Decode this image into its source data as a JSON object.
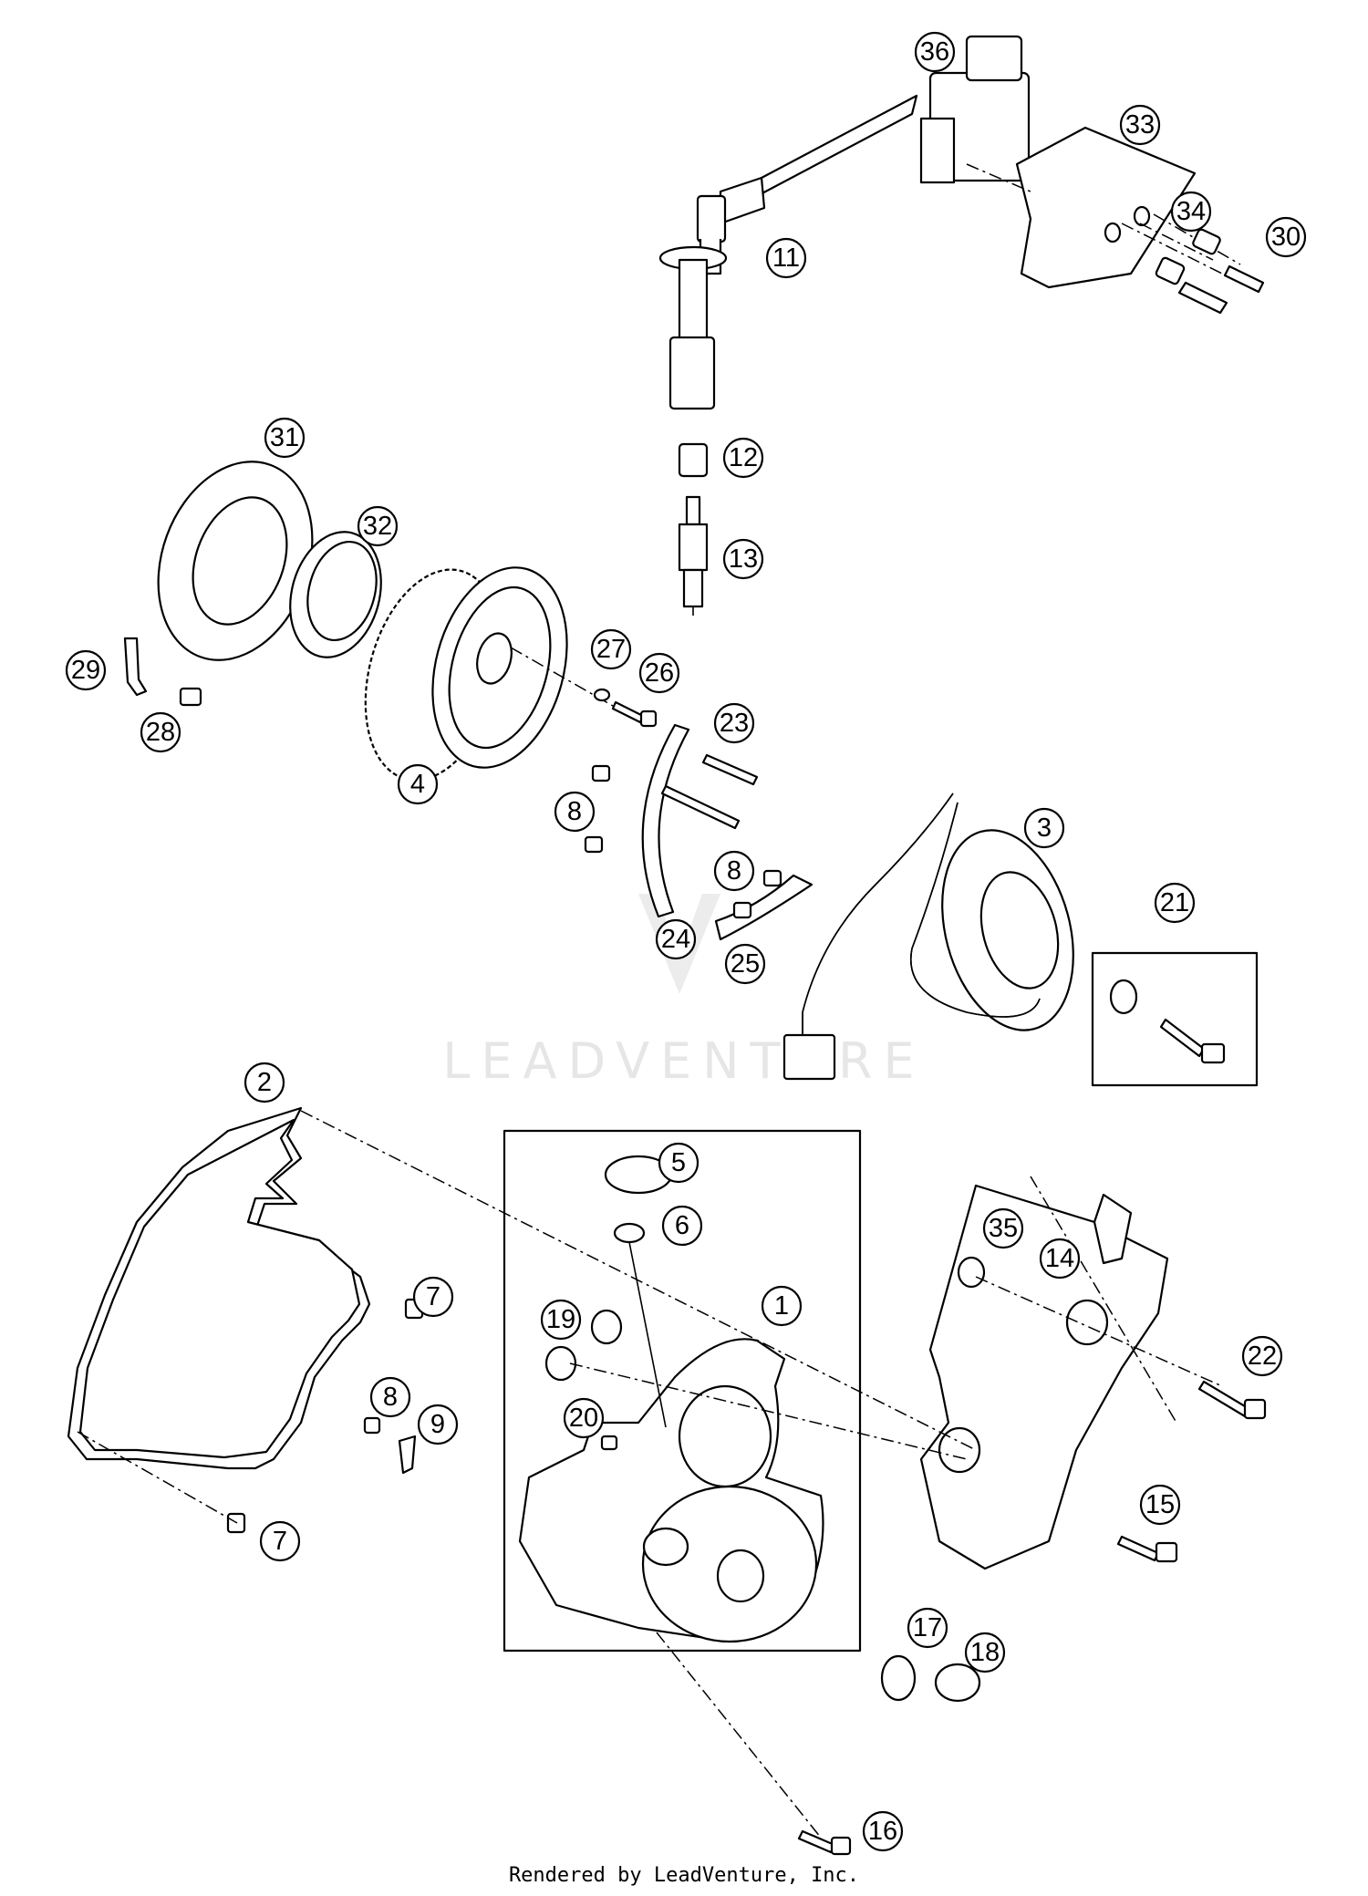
{
  "watermark": "LEADVENTURE",
  "footer": "Rendered by LeadVenture, Inc.",
  "callouts": [
    "36",
    "33",
    "34",
    "30",
    "11",
    "12",
    "13",
    "31",
    "32",
    "27",
    "26",
    "29",
    "28",
    "4",
    "23",
    "8",
    "3",
    "8",
    "21",
    "24",
    "25",
    "2",
    "5",
    "6",
    "35",
    "14",
    "7",
    "1",
    "19",
    "22",
    "8",
    "9",
    "20",
    "15",
    "7",
    "17",
    "18",
    "16"
  ]
}
